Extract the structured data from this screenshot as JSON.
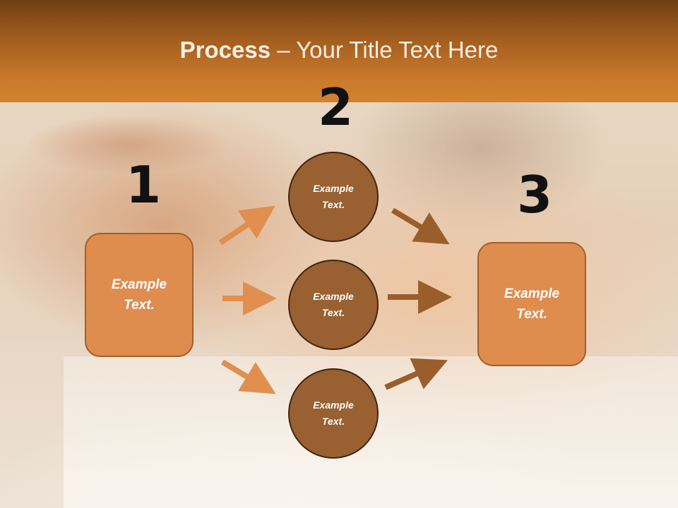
{
  "title": {
    "bold": "Process",
    "rest": " – Your Title Text Here"
  },
  "steps": [
    {
      "number": "1",
      "label": "Example\nText."
    },
    {
      "number": "2",
      "labels": [
        "Example\nText.",
        "Example\nText.",
        "Example\nText."
      ]
    },
    {
      "number": "3",
      "label": "Example\nText."
    }
  ],
  "colors": {
    "header": "#c8782a",
    "box_fill": "#de8d4f",
    "circle_fill": "#996031",
    "arrow_left": "#e08f4f",
    "arrow_right": "#9a5e2c"
  }
}
